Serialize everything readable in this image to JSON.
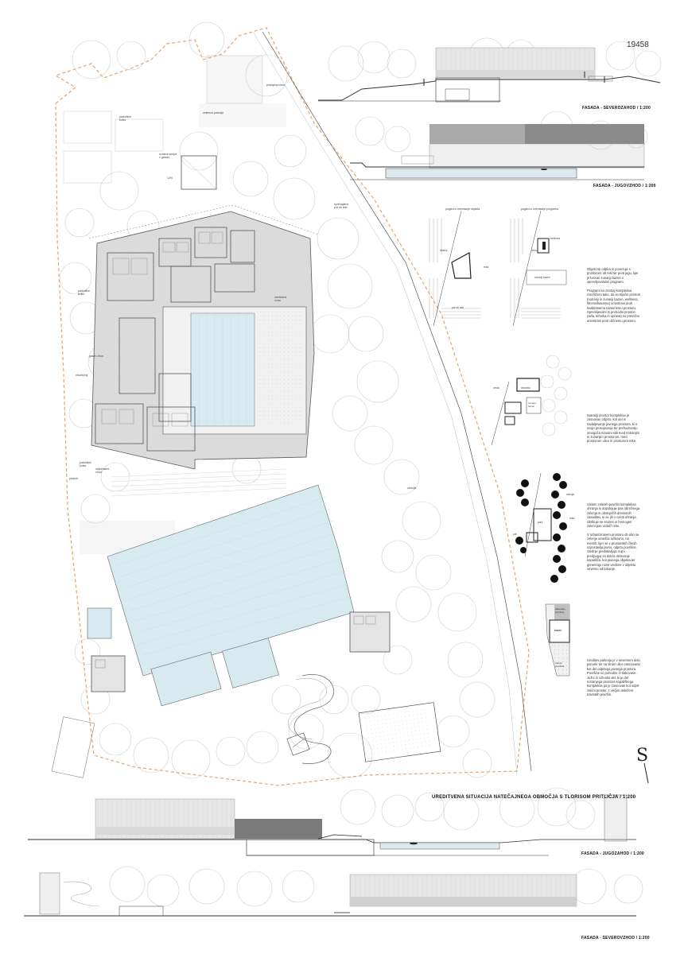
{
  "header": {
    "panel_number": "19458"
  },
  "elevations": {
    "northwest_top": "FASADA - SEVEROZAHOD / 1:200",
    "southeast_top": "FASADA - JUGOVZHOD / 1:200",
    "southeast_bottom": "FASADA - JUGOZAHOD / 1:200",
    "northeast_bottom": "FASADA - SEVEROVZHOD / 1:200"
  },
  "site_plan": {
    "caption": "UREDITVENA SITUACIJA NATEČAJNEGA OBMOČJA S TLORISOM PRITLIČJA / 1:200",
    "labels": {
      "parking_top": "parkirišče\nkoles",
      "zone_top": "zelenica pobočje",
      "entrance_top": "pristopna ulica",
      "garage_ramp": "uvozna rampa\nv garažo",
      "ramp_percent": "12%",
      "parking_left": "parkirišče\nkoles",
      "main_entry": "glavni vhod",
      "entry_plaza": "vhodni trg",
      "service_zone": "storitvena\ncona",
      "parking_bottom": "parkirišče\nkoles",
      "secondary_entry": "sekundarni\nvhod",
      "sidewalk": "pločnik",
      "river_walk": "sprehajalna\npot ob reki",
      "shore": "obrežje"
    }
  },
  "diagrams": {
    "d1": {
      "title_left": "pogled iz orientacije objekta",
      "title_right": "pogled iz orientacije programa",
      "label_access": "dostop",
      "label_river": "reka",
      "label_wellness": "wellness",
      "label_outdoor_pool": "zunanji bazen",
      "label_road": "dovoz",
      "label_path": "pot ob reki",
      "text": [
        "Objekt se odpira in povezuje s",
        "prostorom ob reki ter proti jugu, kjer",
        "je lociran zunanji bazen s",
        "spremljevalnimi programi.",
        "",
        "Programi so znotraj kompleksa",
        "razvrščeni tako, da so ključni prostori",
        "(notranji in zunanji bazen, wellness,",
        "fitness/kavarna) orientirani proti",
        "kvalitetnemu naravnemu prostoru.",
        "Spremljevalni in prehodni prostori",
        "(avla, tehnika in uprava) so pretežno",
        "orientirani proti uličnemu prostoru."
      ]
    },
    "d2": {
      "label_cesta": "cesta",
      "label_hall": "dvorana",
      "label_outdoor": "zunanji\nbazen",
      "text": [
        "Notranji prostor kompleksa je",
        "zasnovan odprto, kot del in",
        "nadaljevanje javnega prostora, ki s",
        "svojo prosojnostjo ter prehodnostjo",
        "omogoča vizualni stik med notranjim",
        "in zunanjim prostorom, med",
        "prostorom ulice in prostorom reke."
      ]
    },
    "d3": {
      "label_park": "park",
      "label_river": "reka",
      "label_green": "zelenje",
      "label_path": "pot",
      "text": [
        "Sistem zelenih površin kompleksa",
        "ohranja in dopolnjuje pas obrežnega",
        "zelenja in obstoječih drevesnih",
        "zasaditev, ki se jih v celoti ohranja.",
        "Oblikuje se enoten in homogen",
        "zeleni pas vzdolž reke.",
        "",
        "V urbaniziranem prostoru ob ulici se",
        "zelenje umešča točkovno, na",
        "mestih, kjer se v prostorskih členih",
        "vzpostavlja javno, odprto površine.",
        "Slednje predstavljajo nujni",
        "predpogoj za dobro delovanje",
        "kopališča, kot javnega objekta ter",
        "generirajo nove vsebine v objektu",
        "severno od lokacije."
      ]
    },
    "d4": {
      "label_paved": "tlakovane\npovršine",
      "label_pool": "bazen",
      "label_lawn": "travna\npovršina",
      "text": [
        "Ureditev partenja je v severnem delu",
        "parcele ter na strani ulice zasnovana",
        "kot del odprtega javnega prostora.",
        "Površine so pohodne in tlakovane.",
        "Južni in vzhodni del, ki je del",
        "notranjega prostora kopališkega",
        "kompleksa pa je zasnovan kot odprt",
        "zeleni prostor, z večjim deležem",
        "travnatih površin."
      ]
    }
  },
  "north_arrow": {
    "letter": "S"
  }
}
